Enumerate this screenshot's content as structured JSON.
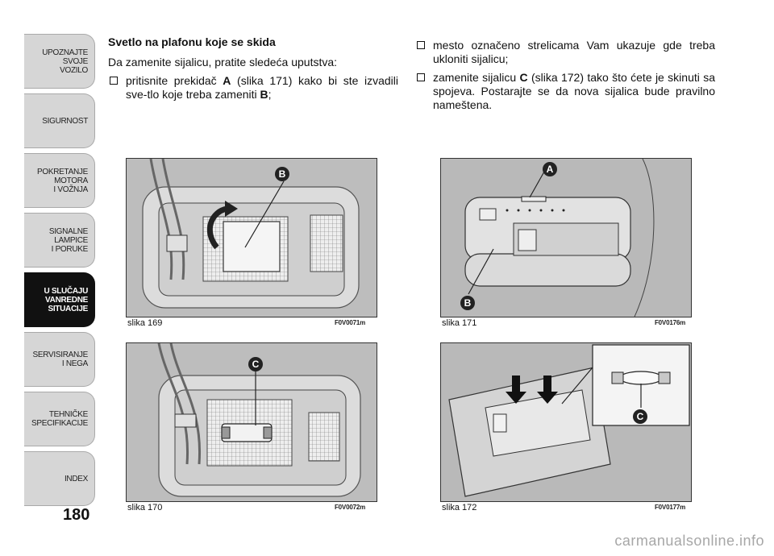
{
  "sidebar": {
    "tabs": [
      {
        "lines": [
          "UPOZNAJTE",
          "SVOJE",
          "VOZILO"
        ]
      },
      {
        "lines": [
          "SIGURNOST"
        ]
      },
      {
        "lines": [
          "POKRETANJE",
          "MOTORA",
          "I VOŽNJA"
        ]
      },
      {
        "lines": [
          "SIGNALNE",
          "LAMPICE",
          "I PORUKE"
        ]
      },
      {
        "lines": [
          "U SLUČAJU",
          "VANREDNE",
          "SITUACIJE"
        ],
        "active": true
      },
      {
        "lines": [
          "SERVISIRANJE",
          "I NEGA"
        ]
      },
      {
        "lines": [
          "TEHNIČKE",
          "SPECIFIKACIJE"
        ]
      },
      {
        "lines": [
          "INDEX"
        ]
      }
    ],
    "active_color": "#111111",
    "tab_color": "#d6d6d6"
  },
  "page_number": "180",
  "left_column": {
    "heading": "Svetlo na plafonu koje se skida",
    "intro": "Da zamenite sijalicu, pratite sledeća uputstva:",
    "bullets": [
      {
        "prefix": "pritisnite prekidač ",
        "bold1": "A",
        "middle": " (slika 171) kako bi ste izvadili sve-tlo koje treba zameniti ",
        "bold2": "B",
        "suffix": ";"
      }
    ]
  },
  "right_column": {
    "bullets": [
      {
        "prefix": "mesto označeno strelicama Vam ukazuje gde treba ukloniti sijalicu;",
        "bold1": "",
        "middle": "",
        "bold2": "",
        "suffix": ""
      },
      {
        "prefix": "zamenite sijalicu ",
        "bold1": "C",
        "middle": " (slika 172) tako što ćete je skinuti sa spojeva. Postarajte se da nova sijalica bude pravilno nameštena.",
        "bold2": "",
        "suffix": ""
      }
    ]
  },
  "figures": {
    "fig169": {
      "caption": "slika 169",
      "code": "F0V0071m",
      "marker": "B"
    },
    "fig170": {
      "caption": "slika 170",
      "code": "F0V0072m",
      "marker": "C"
    },
    "fig171": {
      "caption": "slika 171",
      "code": "F0V0176m",
      "marker_a": "A",
      "marker_b": "B"
    },
    "fig172": {
      "caption": "slika 172",
      "code": "F0V0177m",
      "marker": "C"
    }
  },
  "watermark": "carmanualsonline.info"
}
